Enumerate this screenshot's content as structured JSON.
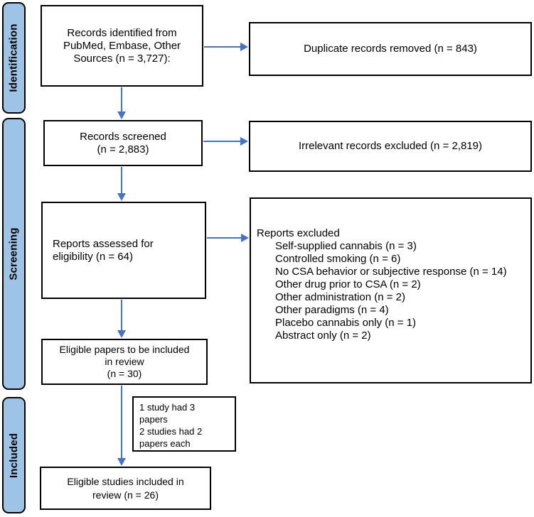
{
  "diagram": {
    "type": "prisma-flow",
    "colors": {
      "stage_fill": "#9dc3e6",
      "arrow": "#4472c4",
      "box_border": "#000000",
      "background": "#ffffff"
    },
    "sidebar": {
      "stages": [
        {
          "label": "Identification"
        },
        {
          "label": "Screening"
        },
        {
          "label": "Included"
        }
      ]
    },
    "flow": {
      "records_identified": "Records identified from\nPubMed, Embase, Other\nSources (n = 3,727):",
      "duplicates_removed": "Duplicate records removed (n = 843)",
      "records_screened": "Records screened\n(n = 2,883)",
      "irrelevant_excluded": "Irrelevant records excluded (n = 2,819)",
      "reports_assessed": "Reports assessed for\neligibility (n = 64)",
      "reports_excluded": {
        "heading": "Reports excluded",
        "items": [
          "Self-supplied cannabis (n = 3)",
          "Controlled smoking (n = 6)",
          "No CSA behavior or subjective response (n = 14)",
          "Other drug prior to CSA (n = 2)",
          "Other administration (n = 2)",
          "Other paradigms (n = 4)",
          "Placebo cannabis only (n = 1)",
          "Abstract only (n = 2)"
        ]
      },
      "eligible_papers": "Eligible papers to be included\nin review\n(n = 30)",
      "note": "1 study had 3\npapers\n2 studies had 2\npapers each",
      "eligible_studies": "Eligible studies included in\nreview (n = 26)"
    }
  }
}
